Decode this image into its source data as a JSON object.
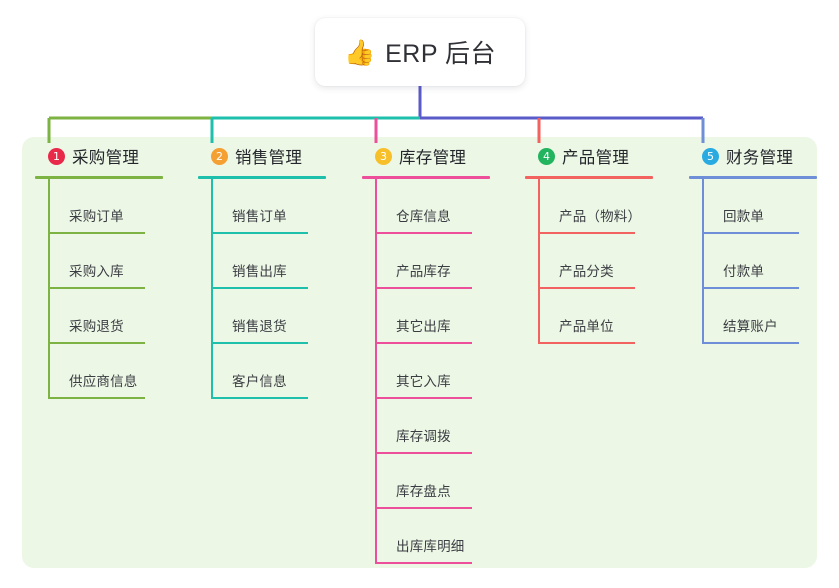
{
  "root": {
    "icon": "thumbs-up-icon",
    "emoji": "👍",
    "title": "ERP 后台"
  },
  "theme": {
    "panel_bg": "#edf7e6",
    "page_bg": "#ffffff",
    "trunk_color": "#5a5ac8",
    "text_color": "#3a3d42"
  },
  "columns": [
    {
      "index": "1",
      "badge_color": "#e8294a",
      "line_color": "#7cb342",
      "title": "采购管理",
      "items": [
        "采购订单",
        "采购入库",
        "采购退货",
        "供应商信息"
      ]
    },
    {
      "index": "2",
      "badge_color": "#f5a032",
      "line_color": "#1ec0ac",
      "title": "销售管理",
      "items": [
        "销售订单",
        "销售出库",
        "销售退货",
        "客户信息"
      ]
    },
    {
      "index": "3",
      "badge_color": "#f7c02a",
      "line_color": "#ee4f9b",
      "title": "库存管理",
      "items": [
        "仓库信息",
        "产品库存",
        "其它出库",
        "其它入库",
        "库存调拨",
        "库存盘点",
        "出库库明细"
      ]
    },
    {
      "index": "4",
      "badge_color": "#22b45e",
      "line_color": "#f2625f",
      "title": "产品管理",
      "items": [
        "产品（物料）",
        "产品分类",
        "产品单位"
      ]
    },
    {
      "index": "5",
      "badge_color": "#29abe2",
      "line_color": "#6f8ed8",
      "title": "财务管理",
      "items": [
        "回款单",
        "付款单",
        "结算账户"
      ]
    }
  ]
}
